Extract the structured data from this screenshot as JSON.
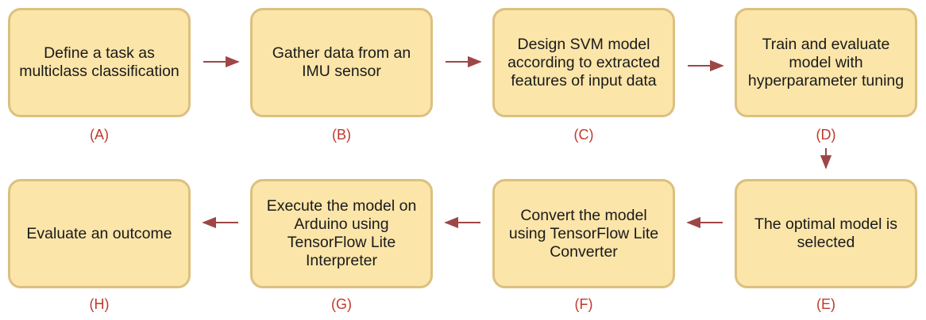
{
  "steps": {
    "A": {
      "text": "Define a task as multiclass classification",
      "label": "(A)"
    },
    "B": {
      "text": "Gather data from an IMU sensor",
      "label": "(B)"
    },
    "C": {
      "text": "Design SVM model according to extracted features of input data",
      "label": "(C)"
    },
    "D": {
      "text": "Train and evaluate model with hyperparameter tuning",
      "label": "(D)"
    },
    "E": {
      "text": "The optimal model  is selected",
      "label": "(E)"
    },
    "F": {
      "text": "Convert the model using TensorFlow Lite Converter",
      "label": "(F)"
    },
    "G": {
      "text": "Execute the model on Arduino using TensorFlow Lite Interpreter",
      "label": "(G)"
    },
    "H": {
      "text": "Evaluate an outcome",
      "label": "(H)"
    }
  },
  "colors": {
    "box_fill": "#fbe5a9",
    "box_border": "#dcc07f",
    "arrow": "#9e4646",
    "label": "#c0392b"
  }
}
